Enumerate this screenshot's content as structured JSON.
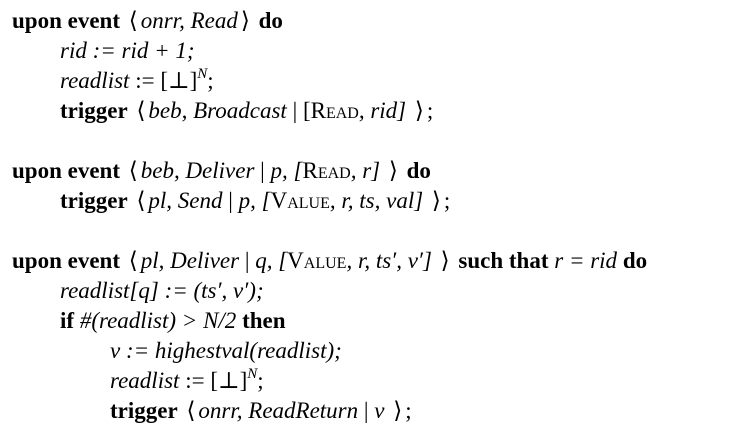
{
  "kw": {
    "upon_event": "upon event",
    "do": "do",
    "trigger": "trigger",
    "such_that": "such that",
    "if": "if",
    "then": "then"
  },
  "sym": {
    "langle": "⟨",
    "rangle": "⟩",
    "bar": "|",
    "assign": ":=",
    "semi": ";",
    "comma": ",",
    "bottom_list": "[⊥]",
    "N": "N",
    "lbracket": "[",
    "rbracket": "]",
    "lparen": "(",
    "rparen": ")"
  },
  "block1": {
    "header_args": "onrr, Read",
    "l1": "rid := rid + 1;",
    "l2_var": "readlist",
    "l3_args_prefix": "beb, Broadcast",
    "msg_name": "Read",
    "l3_args_suffix": ", rid]"
  },
  "block2": {
    "header_args": "beb, Deliver",
    "header_p": "p, [",
    "msg_name": "Read",
    "header_suffix": ", r]",
    "trigger_args": "pl, Send",
    "trigger_p": "p, [",
    "value_name": "Value",
    "trigger_suffix": ", r, ts, val]"
  },
  "block3": {
    "header_args": "pl, Deliver",
    "header_q": "q, [",
    "value_name": "Value",
    "header_suffix": ", r, ts′, v′]",
    "cond": "r = rid",
    "l1": "readlist[q] := (ts′, v′);",
    "if_cond": "#(readlist) > N/2",
    "l3": "v := highestval(readlist);",
    "l4_var": "readlist",
    "trigger_args": "onrr, ReadReturn",
    "trigger_v": "v"
  }
}
